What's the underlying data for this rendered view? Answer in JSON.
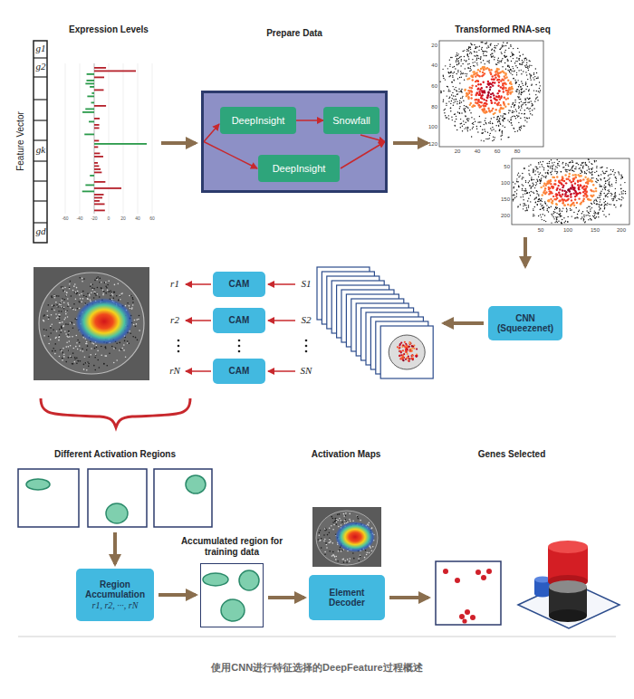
{
  "diagram": {
    "caption": "使用CNN进行特征选择的DeepFeature过程概述",
    "nodes": [
      {
        "text": [
          "Prepare Data"
        ]
      },
      {
        "text": [
          "DeepInsight"
        ],
        "in": 0
      },
      {
        "text": [
          "Snowfall"
        ],
        "in": 0
      },
      {
        "text": [
          "DeepInsight"
        ],
        "in": 0
      },
      {
        "text": [
          "CNN (Squeezenet)"
        ]
      },
      {
        "text": [
          "CAM"
        ]
      },
      {
        "text": [
          "CAM"
        ]
      },
      {
        "text": [
          "CAM"
        ]
      },
      {
        "text": [
          "Region Accumulation",
          "r1, r2, ···, rN"
        ]
      },
      {
        "text": [
          "Accumulated region for training data"
        ]
      },
      {
        "text": [
          "Element Decoder"
        ]
      }
    ],
    "edges": [
      {
        "from": 1,
        "to": 2,
        "arrow": "to"
      },
      {
        "from": 8,
        "to": 9,
        "arrow": "to"
      },
      {
        "from": 9,
        "to": 10,
        "arrow": "to"
      }
    ],
    "labels": [
      "Expression Levels",
      "Feature Vector",
      "g1",
      "g2",
      "gk",
      "gd",
      "-60",
      "-40",
      "-20",
      "0",
      "20",
      "40",
      "60",
      "Transformed RNA-seq",
      "20",
      "40",
      "60",
      "80",
      "100",
      "120",
      "20",
      "40",
      "60",
      "80",
      "50",
      "100",
      "150",
      "200",
      "50",
      "100",
      "150",
      "200",
      "S1",
      "S2",
      "SN",
      "r1",
      "r2",
      "rN",
      "Different Activation Regions",
      "Activation Maps",
      "Genes Selected"
    ]
  }
}
